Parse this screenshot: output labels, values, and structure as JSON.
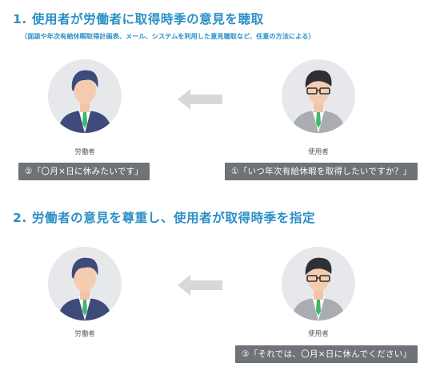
{
  "section1": {
    "title": "1. 使用者が労働者に取得時季の意見を聴取",
    "subtitle": "（面談や年次有給休暇取得計画表、メール、システムを利用した意見聴取など、任意の方法による）",
    "left_label": "労働者",
    "right_label": "使用者",
    "left_bubble": "②「〇月×日に休みたいです」",
    "right_bubble": "①「いつ年次有給休暇を取得したいですか？」"
  },
  "section2": {
    "title": "2. 労働者の意見を尊重し、使用者が取得時季を指定",
    "left_label": "労働者",
    "right_label": "使用者",
    "bottom_bubble": "③「それでは、〇月×日に休んでください」"
  },
  "colors": {
    "title": "#2a8fc6",
    "bubble_bg": "#6f7277",
    "avatar_bg": "#e6e8eb",
    "worker_suit": "#3d4a7a",
    "manager_suit": "#a9acb0",
    "tie": "#3fb86a",
    "arrow": "#d6d8db"
  },
  "icons": [
    "worker-avatar",
    "manager-avatar",
    "left-arrow-icon"
  ]
}
